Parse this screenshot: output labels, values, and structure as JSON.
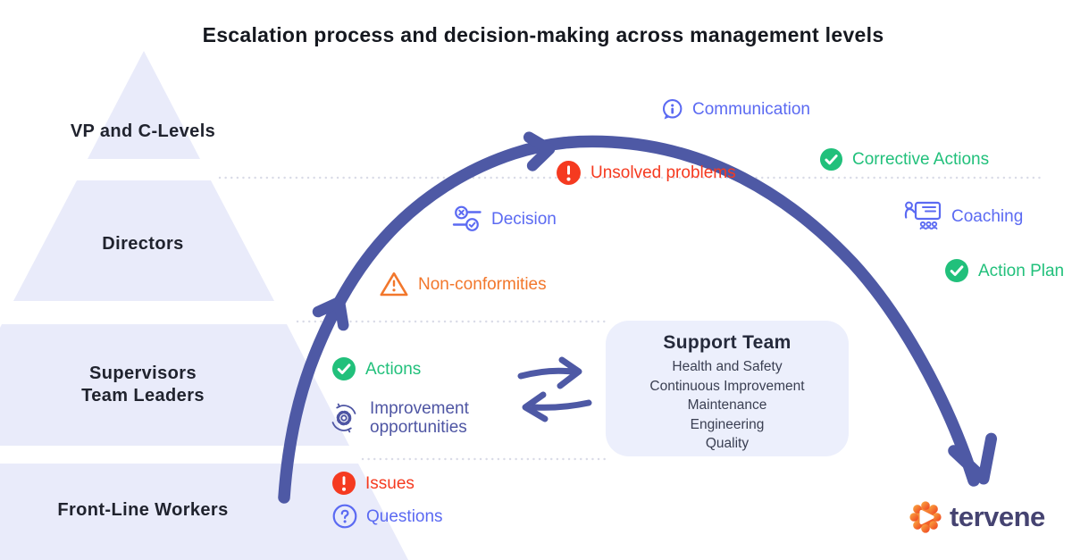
{
  "title": "Escalation process and decision-making across management levels",
  "pyramid": {
    "levels": [
      {
        "label": "VP and C-Levels"
      },
      {
        "label": "Directors"
      },
      {
        "label": "Supervisors",
        "label2": "Team Leaders"
      },
      {
        "label": "Front-Line Workers"
      }
    ]
  },
  "flow_labels": {
    "communication": "Communication",
    "unsolved_problems": "Unsolved problems",
    "corrective_actions": "Corrective Actions",
    "decision": "Decision",
    "coaching": "Coaching",
    "action_plan": "Action Plan",
    "non_conformities": "Non-conformities",
    "actions": "Actions",
    "improvement_line1": "Improvement",
    "improvement_line2": "opportunities",
    "issues": "Issues",
    "questions": "Questions"
  },
  "support_team": {
    "title": "Support Team",
    "members": [
      "Health and Safety",
      "Continuous Improvement",
      "Maintenance",
      "Engineering",
      "Quality"
    ]
  },
  "logo": {
    "text": "tervene"
  },
  "colors": {
    "arc": "#4e59a5",
    "pyramid_band": "#e9ebfa",
    "blue": "#5b6af2",
    "red": "#f53a20",
    "green": "#21c07b",
    "orange": "#f2772c",
    "slate": "#4e55a3",
    "box_bg": "#eceffc",
    "logo_orange_top": "#faae42",
    "logo_orange_bottom": "#ee3d1f"
  }
}
